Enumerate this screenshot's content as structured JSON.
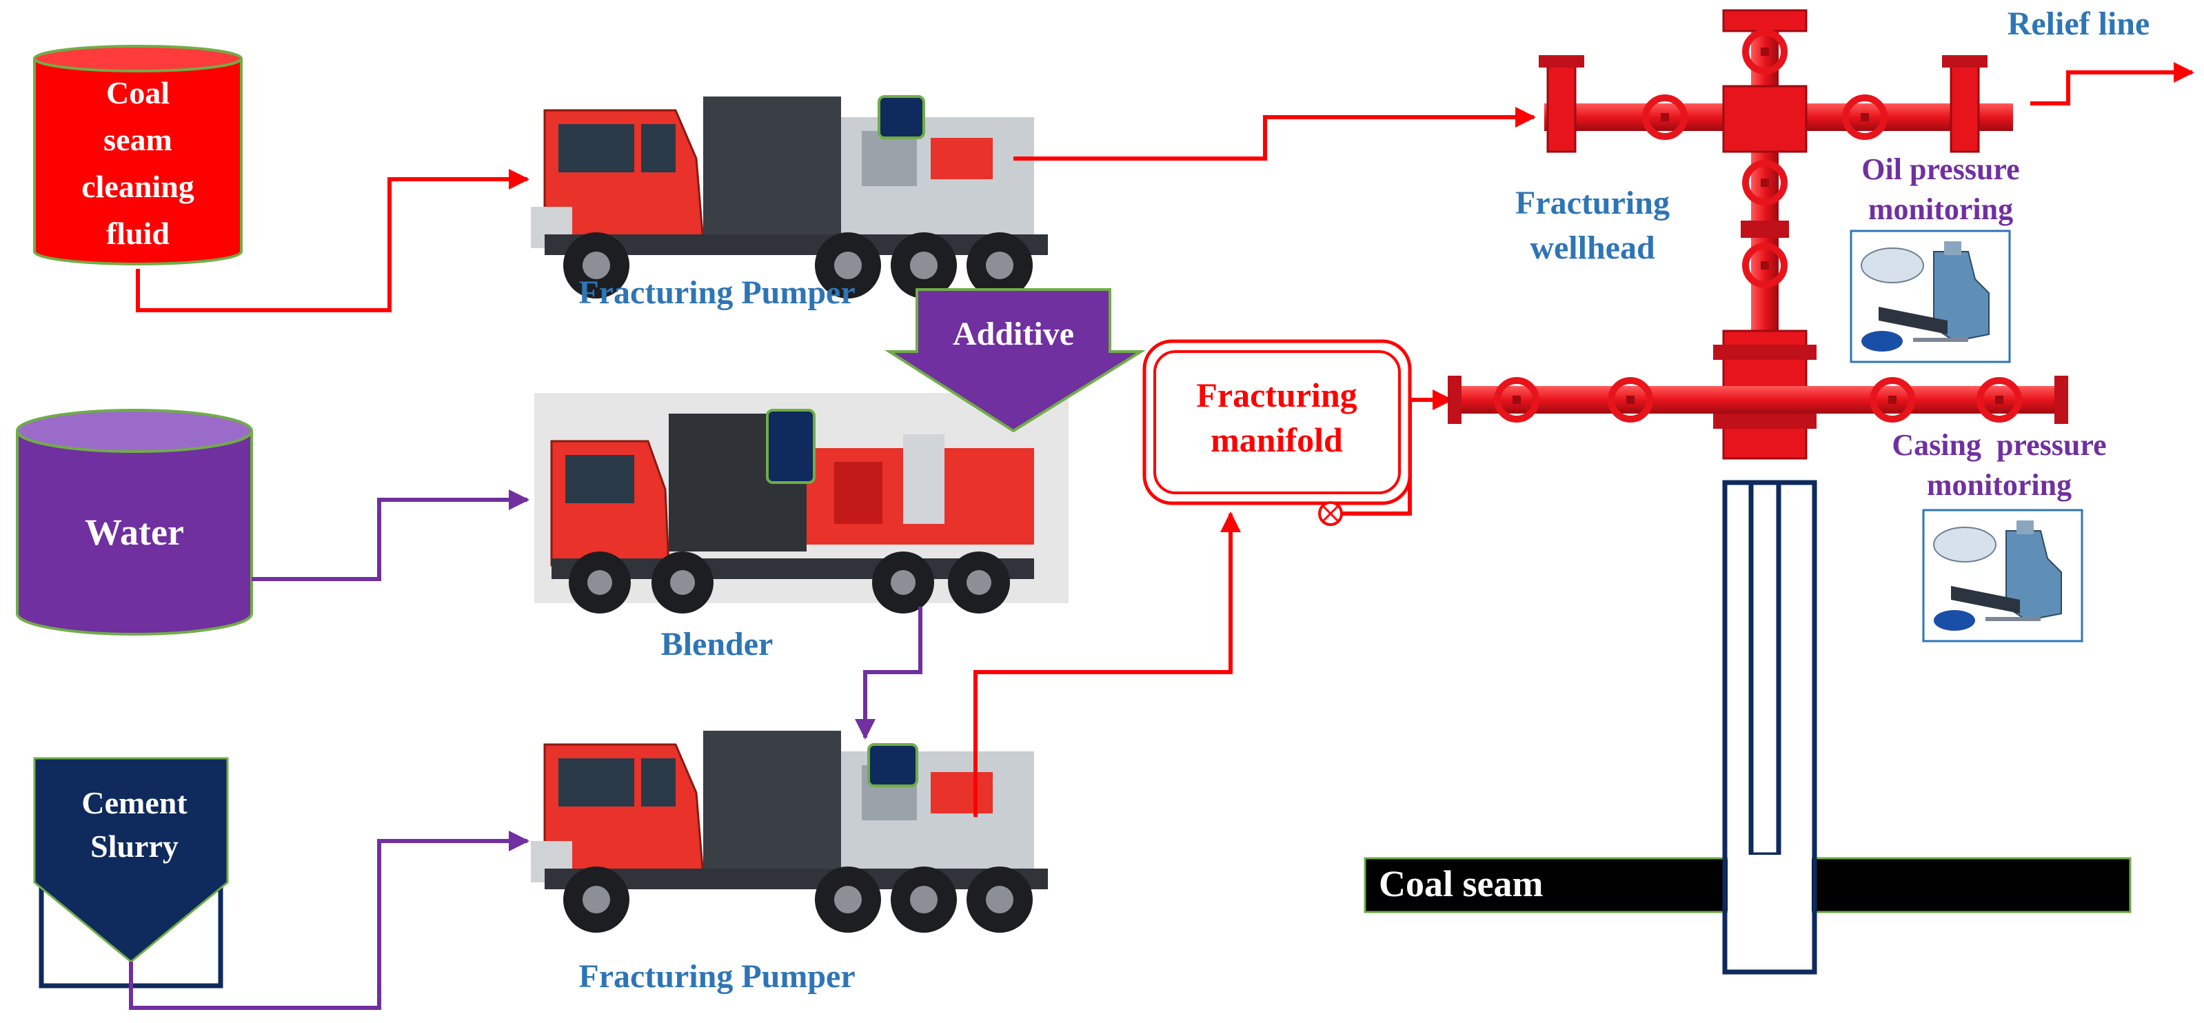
{
  "tanks": {
    "coal_fluid": {
      "lines": [
        "Coal",
        "seam",
        "cleaning",
        "fluid"
      ],
      "color": "#ff0000"
    },
    "water": {
      "label": "Water",
      "color": "#7030a0"
    },
    "cement": {
      "lines": [
        "Cement",
        "Slurry"
      ],
      "color": "#0f2a5c"
    }
  },
  "labels": {
    "pumper_top": "Fracturing Pumper",
    "pumper_bottom": "Fracturing Pumper",
    "blender": "Blender",
    "additive": "Additive",
    "manifold": [
      "Fracturing",
      "manifold"
    ],
    "wellhead": [
      "Fracturing",
      "wellhead"
    ],
    "relief": "Relief line",
    "oil_pressure": [
      "Oil pressure",
      "monitoring"
    ],
    "casing_pressure": [
      "Casing  pressure",
      "monitoring"
    ],
    "coal_seam": "Coal seam"
  },
  "colors": {
    "red_line": "#ff0000",
    "purple_line": "#7030a0",
    "navy": "#0f2a5c",
    "label_blue": "#2e75b6",
    "label_purple": "#7030a0",
    "wellhead_red": "#e8141c"
  }
}
